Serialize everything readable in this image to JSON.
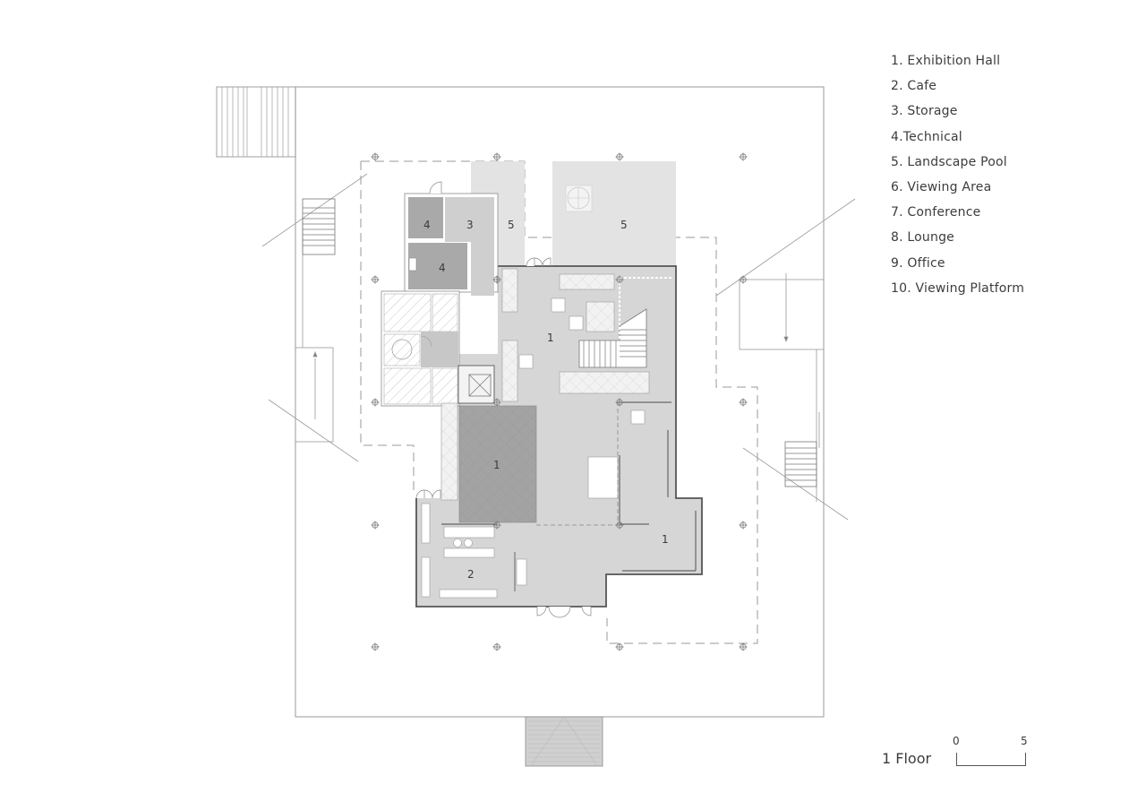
{
  "legend": {
    "items": [
      {
        "num": "1",
        "label": "1. Exhibition Hall"
      },
      {
        "num": "2",
        "label": "2. Cafe"
      },
      {
        "num": "3",
        "label": "3. Storage"
      },
      {
        "num": "4",
        "label": "4.Technical"
      },
      {
        "num": "5",
        "label": "5. Landscape Pool"
      },
      {
        "num": "6",
        "label": "6. Viewing Area"
      },
      {
        "num": "7",
        "label": "7. Conference"
      },
      {
        "num": "8",
        "label": "8. Lounge"
      },
      {
        "num": "9",
        "label": "9. Office"
      },
      {
        "num": "10",
        "label": "10. Viewing Platform"
      }
    ]
  },
  "floor": {
    "label": "1 Floor"
  },
  "scale": {
    "start": "0",
    "end": "5"
  },
  "rooms": {
    "technical_upper": "4",
    "storage": "3",
    "pool_left": "5",
    "pool_right": "5",
    "technical_lower": "4",
    "exhibition_main": "1",
    "exhibition_dark": "1",
    "exhibition_right": "1",
    "cafe": "2"
  },
  "colors": {
    "exhibition_fill": "#d6d6d6",
    "technical_fill": "#a9a9a9",
    "storage_fill": "#cfcfcf",
    "pool_fill": "#e3e3e3",
    "dark_hall_fill": "#a3a3a3",
    "line": "#8a8a8a",
    "outer_wall": "#555555"
  }
}
